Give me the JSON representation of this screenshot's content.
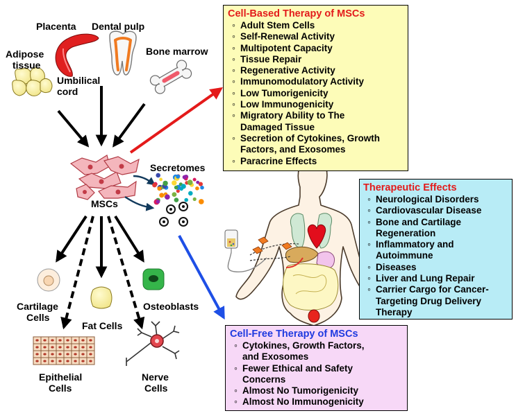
{
  "sources": {
    "placenta": "Placenta",
    "dental_pulp": "Dental pulp",
    "adipose": [
      "Adipose",
      "tissue"
    ],
    "umbilical": [
      "Umbilical",
      "cord"
    ],
    "bone_marrow": "Bone marrow"
  },
  "center": {
    "mscs": "MSCs",
    "secretomes": "Secretomes"
  },
  "differentiation": {
    "cartilage": [
      "Cartilage",
      "Cells"
    ],
    "fat": "Fat Cells",
    "osteoblasts": "Osteoblasts",
    "epithelial": [
      "Epithelial",
      "Cells"
    ],
    "nerve": [
      "Nerve",
      "Cells"
    ]
  },
  "cell_based": {
    "title": "Cell-Based Therapy of MSCs",
    "items": [
      [
        "Adult Stem Cells"
      ],
      [
        "Self-Renewal Activity"
      ],
      [
        "Multipotent Capacity"
      ],
      [
        "Tissue Repair"
      ],
      [
        "Regenerative Activity"
      ],
      [
        "Immunomodulatory Activity"
      ],
      [
        "Low Tumorigenicity"
      ],
      [
        "Low Immunogenicity"
      ],
      [
        "Migratory Ability to The",
        "Damaged Tissue"
      ],
      [
        "Secretion of Cytokines, Growth",
        "Factors, and Exosomes"
      ],
      [
        "Paracrine Effects"
      ]
    ]
  },
  "therapeutic": {
    "title": "Therapeutic Effects",
    "items": [
      [
        "Neurological Disorders"
      ],
      [
        "Cardiovascular Disease"
      ],
      [
        "Bone and Cartilage",
        "Regeneration"
      ],
      [
        "Inflammatory and",
        "Autoimmune"
      ],
      [
        "Diseases"
      ],
      [
        "Liver and Lung Repair"
      ],
      [
        "Carrier Cargo for Cancer-",
        "Targeting Drug Delivery",
        "Therapy"
      ]
    ]
  },
  "cell_free": {
    "title": "Cell-Free Therapy of MSCs",
    "items": [
      [
        "Cytokines, Growth Factors,",
        "and Exosomes"
      ],
      [
        "Fewer Ethical and Safety",
        "Concerns"
      ],
      [
        "Almost No Tumorigenicity"
      ],
      [
        "Almost No Immunogenicity"
      ]
    ]
  },
  "colors": {
    "cell_based_bg": "#fdfcb8",
    "cell_based_title": "#e31b1b",
    "therapeutic_bg": "#b8ecf6",
    "therapeutic_title": "#e31b1b",
    "cell_free_bg": "#f7d8f7",
    "cell_free_title": "#1e3ae0",
    "arrow_red": "#e41a1a",
    "arrow_blue": "#1e4fe6"
  }
}
